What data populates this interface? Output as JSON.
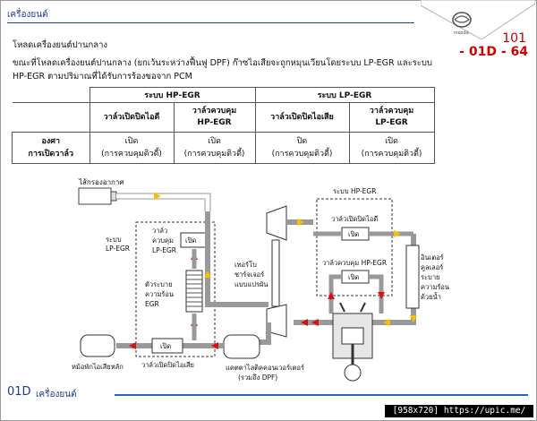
{
  "header": {
    "title": "เครื่องยนต์",
    "page_number": "101",
    "section_code": "- 01D - 64",
    "logo_text": "mazda"
  },
  "subheading": "โหลดเครื่องยนต์ปานกลาง",
  "paragraph": [
    "ขณะที่โหลดเครื่องยนต์ปานกลาง (ยกเว้นระหว่างฟื้นฟู DPF) ก๊าซไอเสียจะถูกหมุนเวียนโดยระบบ LP-EGR และระบบ",
    "HP-EGR ตามปริมาณที่ได้รับการร้องขอจาก PCM"
  ],
  "table": {
    "groups": [
      "ระบบ HP-EGR",
      "ระบบ LP-EGR"
    ],
    "columns": [
      [
        "วาล์วเปิดปิดไอดี"
      ],
      [
        "วาล์วควบคุม",
        "HP-EGR"
      ],
      [
        "วาล์วเปิดปิดไอเสีย"
      ],
      [
        "วาล์วควบคุม",
        "LP-EGR"
      ]
    ],
    "row_label": [
      "องศา",
      "การเปิดวาล์ว"
    ],
    "cells": [
      [
        "เปิด",
        "(การควบคุมติวดี้)"
      ],
      [
        "เปิด",
        "(การควบคุมติวดี้)"
      ],
      [
        "ปิด",
        "(การควบคุมติวดี้)"
      ],
      [
        "เปิด",
        "(การควบคุมติวดี้)"
      ]
    ]
  },
  "diagram": {
    "air_filter": "ไส้กรองอากาศ",
    "lp_system": [
      "ระบบ",
      "LP-EGR"
    ],
    "lp_valve": [
      "วาล์ว",
      "ควบคุม",
      "LP-EGR"
    ],
    "lp_cooler": [
      "ตัวระบาย",
      "ความร้อน",
      "EGR"
    ],
    "open_label": "เปิด",
    "turbo": [
      "เทอร์โบ",
      "ชาร์จเจอร์",
      "แบบแปรผัน"
    ],
    "hp_system": "ระบบ HP-EGR",
    "intake_valve": "วาล์วเปิดปิดไอดี",
    "hp_valve": "วาล์วควบคุม HP-EGR",
    "intercooler": [
      "อินเตอร์",
      "คูลเลอร์",
      "ระบาย",
      "ความร้อน",
      "ด้วยน้ำ"
    ],
    "muffler": "หม้อพักไอเสียหลัก",
    "exhaust_valve": "วาล์วเปิดปิดไอเสีย",
    "converter": [
      "แคตตาไลติคคอนเวอร์เตอร์",
      "(รวมถึง DPF)"
    ]
  },
  "footer": {
    "code": "01D",
    "title": "เครื่องยนต์"
  },
  "watermark": "[958x720] https://upic.me/",
  "colors": {
    "accent_blue": "#1b3d8f",
    "section_red": "#d40000",
    "flow_red": "#d81010",
    "flow_yellow": "#f2c200",
    "link": "#2a62c8"
  }
}
